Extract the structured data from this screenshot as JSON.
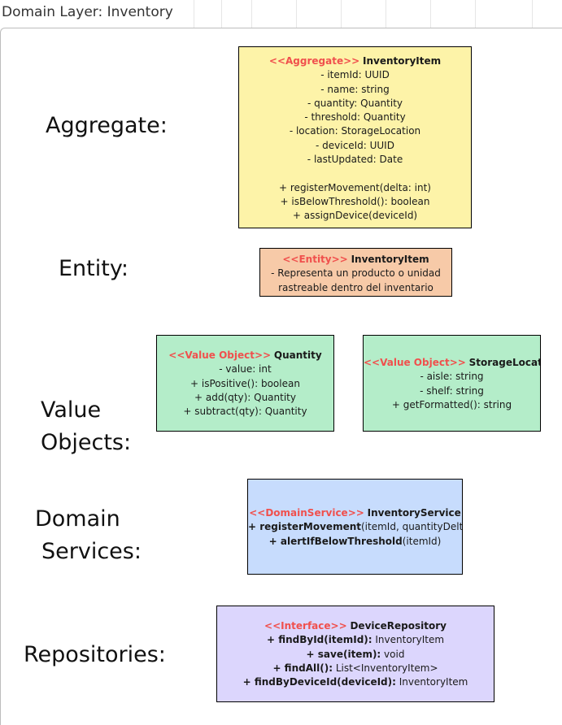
{
  "frame": {
    "title": "Domain Layer: Inventory"
  },
  "labels": {
    "aggregate": "Aggregate:",
    "entity": "Entity:",
    "value_objects_1": "Value",
    "value_objects_2": "Objects:",
    "domain_services_1": "Domain",
    "domain_services_2": "Services:",
    "repositories": "Repositories:"
  },
  "aggregate_box": {
    "stereotype": "<<Aggregate>>",
    "name": "InventoryItem",
    "attributes": [
      "- itemId: UUID",
      "- name: string",
      "- quantity: Quantity",
      "- threshold: Quantity",
      "- location: StorageLocation",
      "- deviceId: UUID",
      "- lastUpdated: Date"
    ],
    "methods": [
      "+ registerMovement(delta: int)",
      "+ isBelowThreshold(): boolean",
      "+ assignDevice(deviceId)"
    ],
    "color": "#fdf3a8"
  },
  "entity_box": {
    "stereotype": "<<Entity>>",
    "name": "InventoryItem",
    "lines": [
      "- Representa un producto o unidad",
      "rastreable dentro del inventario"
    ],
    "color": "#f7caa8"
  },
  "quantity_box": {
    "stereotype": "<<Value Object>>",
    "name": "Quantity",
    "lines": [
      "- value: int",
      "+ isPositive(): boolean",
      "+ add(qty): Quantity",
      "+ subtract(qty): Quantity"
    ],
    "color": "#b4edc9"
  },
  "storage_box": {
    "stereotype": "<<Value Object>>",
    "name": "StorageLocation",
    "lines": [
      "- aisle: string",
      "- shelf: string",
      "+ getFormatted(): string"
    ],
    "color": "#b4edc9"
  },
  "service_box": {
    "stereotype": "<<DomainService>>",
    "name": "InventoryService",
    "methods": [
      {
        "bold": "+ registerMovement",
        "rest": "(itemId, quantityDelta)"
      },
      {
        "bold": "+ alertIfBelowThreshold",
        "rest": "(itemId)"
      }
    ],
    "color": "#c7dcfd"
  },
  "repo_box": {
    "stereotype": "<<Interface>>",
    "name": "DeviceRepository",
    "methods": [
      {
        "bold": "+ findById(itemId):",
        "rest": " InventoryItem"
      },
      {
        "bold": "+ save(item):",
        "rest": " void"
      },
      {
        "bold": "+ findAll():",
        "rest": " List<InventoryItem>"
      },
      {
        "bold": "+ findByDeviceId(deviceId):",
        "rest": " InventoryItem"
      }
    ],
    "color": "#dcd6fd"
  }
}
